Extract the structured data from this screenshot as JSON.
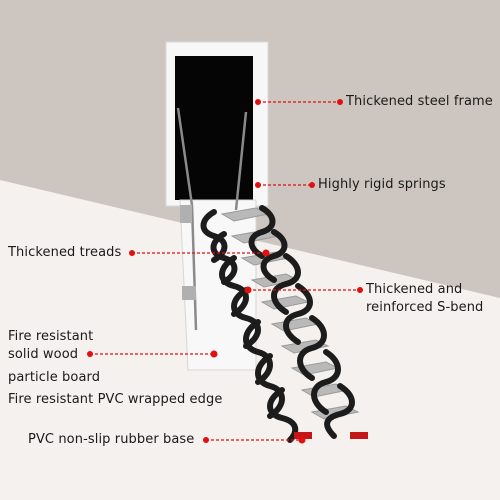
{
  "colors": {
    "wall": "#cdc6c0",
    "floor": "#f4f1ee",
    "frame": "#f7f7f7",
    "opening": "#050505",
    "leader": "#e01010",
    "s_bend": "#1c1c1c",
    "tread": "#b9b9b9"
  },
  "callouts": {
    "steel_frame": "Thickened steel frame",
    "springs": "Highly rigid springs",
    "treads": "Thickened treads",
    "s_bend_line1": "Thickened and",
    "s_bend_line2": "reinforced S-bend",
    "board_line1": "Fire resistant",
    "board_line2": "solid wood",
    "board_line3": "particle board",
    "pvc_edge": "Fire resistant PVC wrapped edge",
    "rubber_base": "PVC non-slip rubber base"
  }
}
